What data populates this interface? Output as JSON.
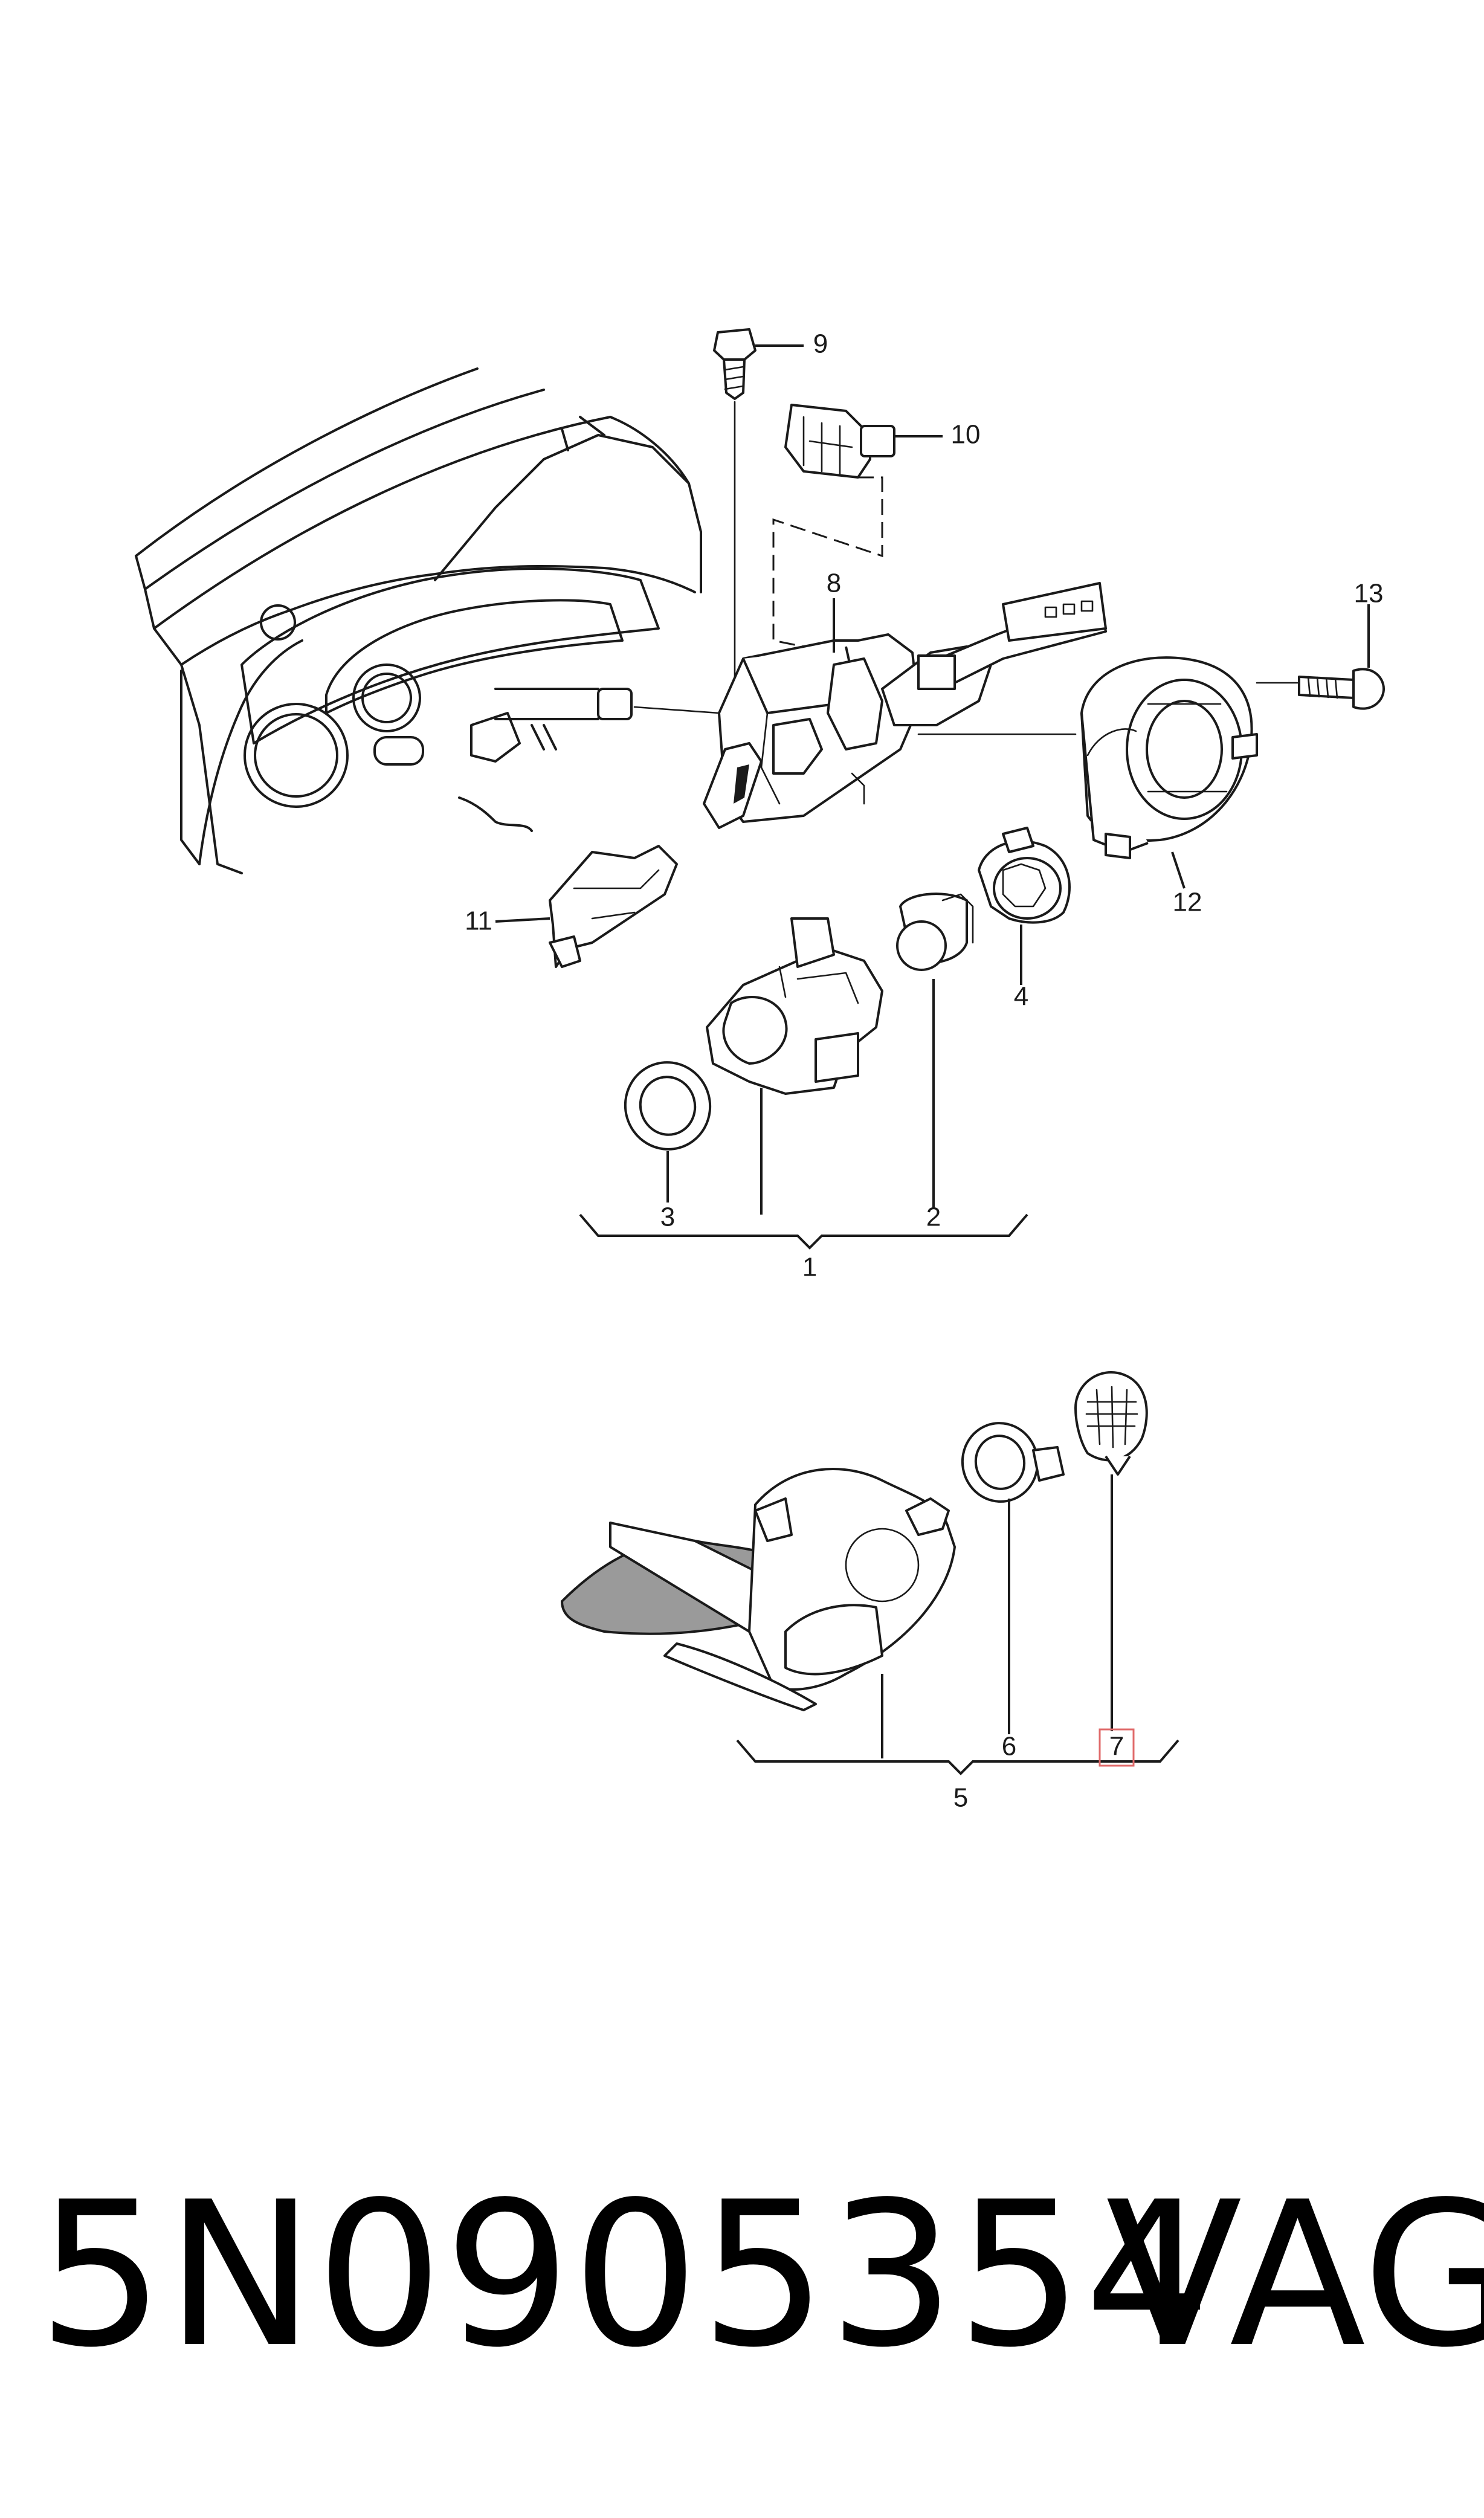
{
  "callouts": {
    "c1": "1",
    "c2": "2",
    "c3": "3",
    "c4": "4",
    "c5": "5",
    "c6": "6",
    "c7": "7",
    "c8": "8",
    "c9": "9",
    "c10": "10",
    "c11": "11",
    "c12": "12",
    "c13": "13"
  },
  "highlight_color": "#e06a6a",
  "caption": {
    "part_number": "5N0905354",
    "brand": "VAG"
  }
}
